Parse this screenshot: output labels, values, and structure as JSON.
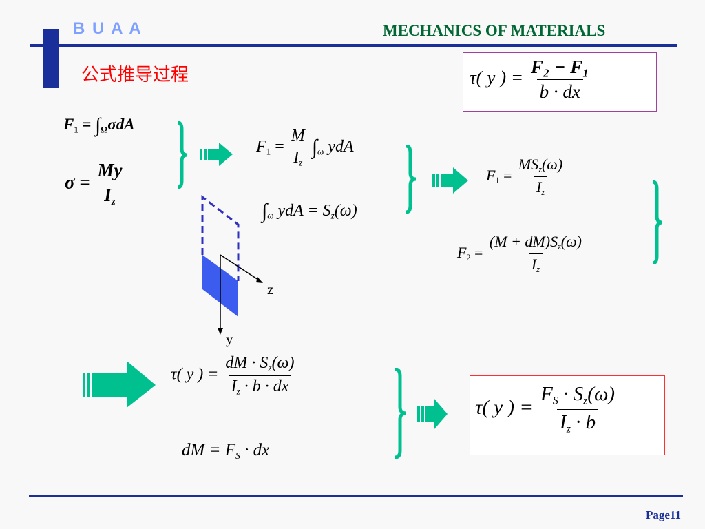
{
  "header": {
    "logo": "B U A A",
    "course": "MECHANICS OF MATERIALS",
    "subtitle": "公式推导过程"
  },
  "footer": {
    "page": "Page11"
  },
  "colors": {
    "navy": "#000080",
    "green": "#00c08f",
    "red": "#ff0000",
    "darkgreen": "#006633"
  },
  "formulas": {
    "tau_top": {
      "lhs": "τ( y ) =",
      "num": "F₂ − F₁",
      "den": "b · dx"
    },
    "f1_int": {
      "lhs": "F",
      "sub": "1",
      "eq": " = ",
      "int": "∫",
      "int_sub": "Ω",
      "body": "σdA"
    },
    "sigma": {
      "lhs": "σ =",
      "num": "My",
      "den": "I",
      "den_sub": "z"
    },
    "f1_mid": {
      "lhs": "F",
      "sub": "1",
      "eq": " = ",
      "num": "M",
      "den": "I",
      "den_sub": "z",
      "int": "∫",
      "int_sub": "ω",
      "body": " ydA"
    },
    "sz": {
      "int": "∫",
      "int_sub": "ω",
      "body": " ydA = S",
      "sub": "z",
      "tail": "(ω)"
    },
    "f1_right": {
      "lhs": "F",
      "sub": "1",
      "eq": " = ",
      "num": "MS",
      "num_sub": "z",
      "num_tail": "(ω)",
      "den": "I",
      "den_sub": "z"
    },
    "f2_right": {
      "lhs": "F",
      "sub": "2",
      "eq": " = ",
      "num": "(M + dM)S",
      "num_sub": "z",
      "num_tail": "(ω)",
      "den": "I",
      "den_sub": "z"
    },
    "tau_mid": {
      "lhs": "τ( y ) =",
      "num": "dM · S",
      "num_sub": "z",
      "num_tail": "(ω)",
      "den": "I",
      "den_sub": "z",
      "den_tail": " · b · dx"
    },
    "dm": {
      "text": "dM = F",
      "sub": "S",
      "tail": " · dx"
    },
    "tau_final": {
      "lhs": "τ( y ) =",
      "num": "F",
      "num_sub": "S",
      "num_mid": " · S",
      "num_sub2": "z",
      "num_tail": "(ω)",
      "den": "I",
      "den_sub": "z",
      "den_tail": " · b"
    }
  },
  "diagram": {
    "z_label": "z",
    "y_label": "y"
  }
}
